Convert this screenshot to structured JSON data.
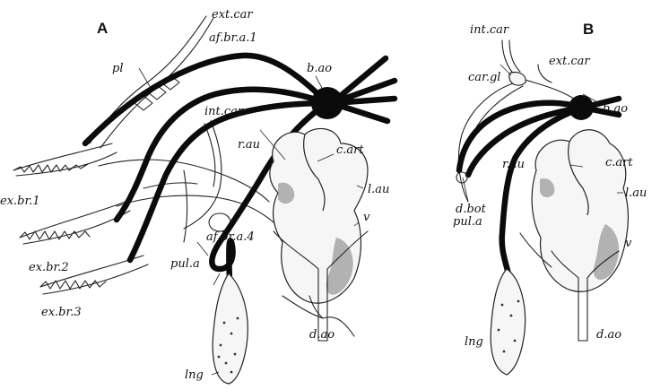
{
  "figure": {
    "panels": [
      {
        "id": "A",
        "title": "A",
        "labels": {
          "ext_car": "ext.car",
          "af_br_a_1": "af.br.a.1",
          "pl": "pl",
          "b_ao": "b.ao",
          "int_car": "int.car",
          "r_au": "r.au",
          "c_art": "c.art",
          "l_au": "l.au",
          "v": "v",
          "ex_br_1": "ex.br.1",
          "ex_br_2": "ex.br.2",
          "ex_br_3": "ex.br.3",
          "af_br_a_4": "af.br.a.4",
          "pul_a": "pul.a",
          "lng": "lng",
          "d_ao": "d.ao"
        }
      },
      {
        "id": "B",
        "title": "B",
        "labels": {
          "int_car": "int.car",
          "ext_car": "ext.car",
          "car_gl": "car.gl",
          "b_ao": "b.ao",
          "c_art": "c.art",
          "r_au": "r.au",
          "l_au": "l.au",
          "d_bot": "d.bot",
          "pul_a": "pul.a",
          "v": "v",
          "lng": "lng",
          "d_ao": "d.ao"
        }
      }
    ]
  }
}
